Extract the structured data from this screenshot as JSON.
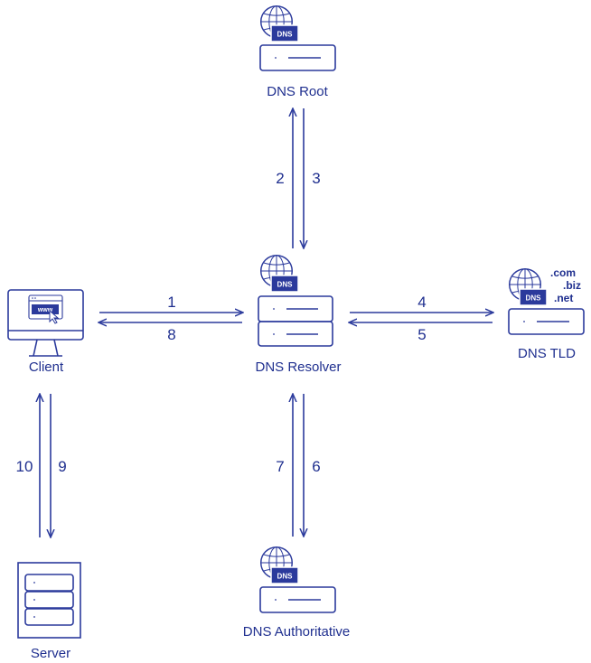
{
  "nodes": {
    "root": {
      "label": "DNS Root",
      "badge": "DNS"
    },
    "resolver": {
      "label": "DNS Resolver",
      "badge": "DNS"
    },
    "tld": {
      "label": "DNS TLD",
      "badge": "DNS",
      "domains": [
        ".com",
        ".biz",
        ".net"
      ]
    },
    "authoritative": {
      "label": "DNS Authoritative",
      "badge": "DNS"
    },
    "client": {
      "label": "Client",
      "screen_text": "www"
    },
    "server": {
      "label": "Server"
    }
  },
  "steps": [
    "1",
    "2",
    "3",
    "4",
    "5",
    "6",
    "7",
    "8",
    "9",
    "10"
  ],
  "colors": {
    "accent": "#2b3a9c",
    "background": "#ffffff"
  }
}
